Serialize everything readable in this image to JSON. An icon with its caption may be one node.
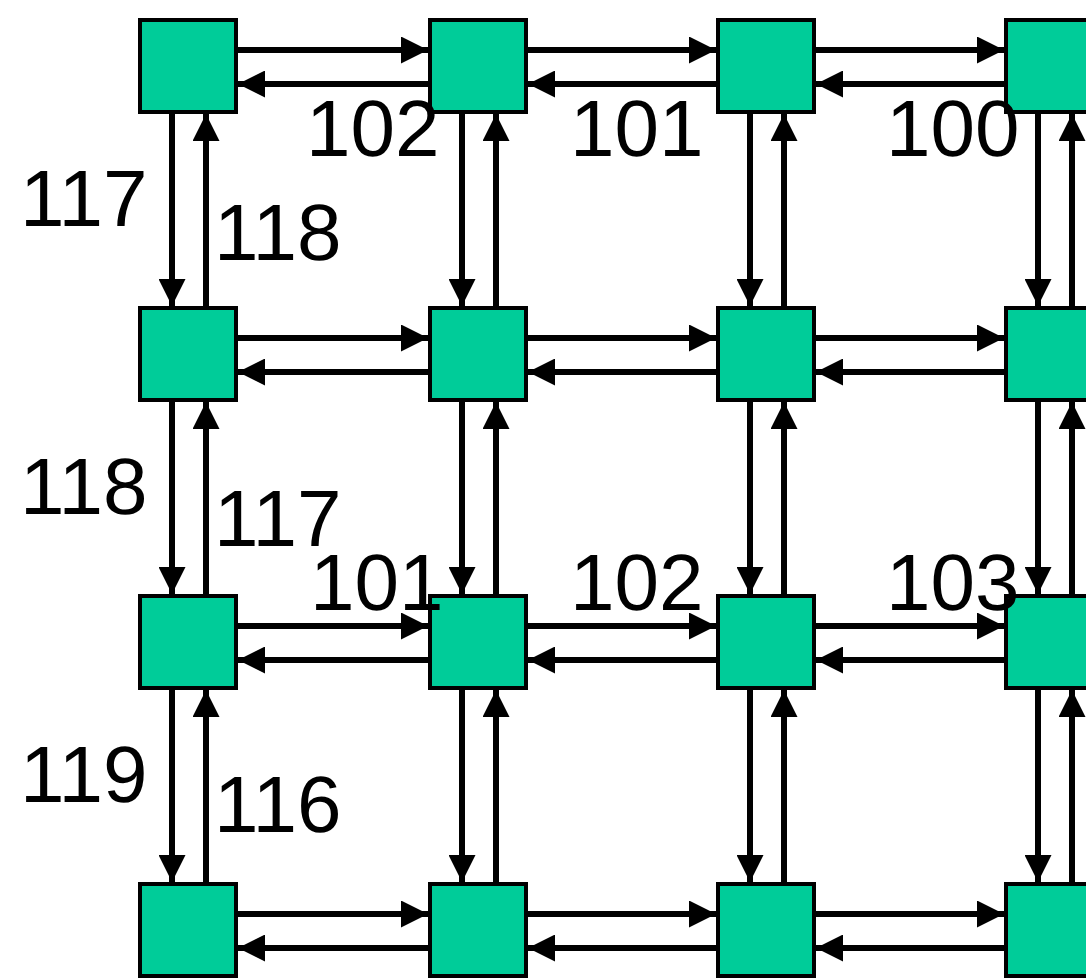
{
  "diagram": {
    "nodes": [
      {
        "text": [],
        "shape": "box"
      },
      {
        "text": [],
        "shape": "box"
      },
      {
        "text": [],
        "shape": "box"
      },
      {
        "text": [],
        "shape": "box"
      },
      {
        "text": [],
        "shape": "box"
      },
      {
        "text": [],
        "shape": "box"
      },
      {
        "text": [],
        "shape": "box"
      },
      {
        "text": [],
        "shape": "box"
      },
      {
        "text": [],
        "shape": "box"
      },
      {
        "text": [],
        "shape": "box"
      },
      {
        "text": [],
        "shape": "box"
      },
      {
        "text": [],
        "shape": "box"
      },
      {
        "text": [],
        "shape": "box"
      },
      {
        "text": [],
        "shape": "box"
      },
      {
        "text": [],
        "shape": "box"
      },
      {
        "text": [],
        "shape": "box"
      }
    ],
    "edges": [
      {
        "from": 0,
        "to": 1,
        "arrow": "to"
      },
      {
        "from": 1,
        "to": 0,
        "arrow": "to"
      },
      {
        "from": 1,
        "to": 2,
        "arrow": "to"
      },
      {
        "from": 2,
        "to": 1,
        "arrow": "to"
      },
      {
        "from": 2,
        "to": 3,
        "arrow": "to"
      },
      {
        "from": 3,
        "to": 2,
        "arrow": "to"
      },
      {
        "from": 4,
        "to": 5,
        "arrow": "to"
      },
      {
        "from": 5,
        "to": 4,
        "arrow": "to"
      },
      {
        "from": 5,
        "to": 6,
        "arrow": "to"
      },
      {
        "from": 6,
        "to": 5,
        "arrow": "to"
      },
      {
        "from": 6,
        "to": 7,
        "arrow": "to"
      },
      {
        "from": 7,
        "to": 6,
        "arrow": "to"
      },
      {
        "from": 8,
        "to": 9,
        "arrow": "to"
      },
      {
        "from": 9,
        "to": 8,
        "arrow": "to"
      },
      {
        "from": 9,
        "to": 10,
        "arrow": "to"
      },
      {
        "from": 10,
        "to": 9,
        "arrow": "to"
      },
      {
        "from": 10,
        "to": 11,
        "arrow": "to"
      },
      {
        "from": 11,
        "to": 10,
        "arrow": "to"
      },
      {
        "from": 12,
        "to": 13,
        "arrow": "to"
      },
      {
        "from": 13,
        "to": 12,
        "arrow": "to"
      },
      {
        "from": 13,
        "to": 14,
        "arrow": "to"
      },
      {
        "from": 14,
        "to": 13,
        "arrow": "to"
      },
      {
        "from": 14,
        "to": 15,
        "arrow": "to"
      },
      {
        "from": 15,
        "to": 14,
        "arrow": "to"
      },
      {
        "from": 0,
        "to": 4,
        "arrow": "to"
      },
      {
        "from": 4,
        "to": 0,
        "arrow": "to"
      },
      {
        "from": 1,
        "to": 5,
        "arrow": "to"
      },
      {
        "from": 5,
        "to": 1,
        "arrow": "to"
      },
      {
        "from": 2,
        "to": 6,
        "arrow": "to"
      },
      {
        "from": 6,
        "to": 2,
        "arrow": "to"
      },
      {
        "from": 3,
        "to": 7,
        "arrow": "to"
      },
      {
        "from": 7,
        "to": 3,
        "arrow": "to"
      },
      {
        "from": 4,
        "to": 8,
        "arrow": "to"
      },
      {
        "from": 8,
        "to": 4,
        "arrow": "to"
      },
      {
        "from": 5,
        "to": 9,
        "arrow": "to"
      },
      {
        "from": 9,
        "to": 5,
        "arrow": "to"
      },
      {
        "from": 6,
        "to": 10,
        "arrow": "to"
      },
      {
        "from": 10,
        "to": 6,
        "arrow": "to"
      },
      {
        "from": 7,
        "to": 11,
        "arrow": "to"
      },
      {
        "from": 11,
        "to": 7,
        "arrow": "to"
      },
      {
        "from": 8,
        "to": 12,
        "arrow": "to"
      },
      {
        "from": 12,
        "to": 8,
        "arrow": "to"
      },
      {
        "from": 9,
        "to": 13,
        "arrow": "to"
      },
      {
        "from": 13,
        "to": 9,
        "arrow": "to"
      },
      {
        "from": 10,
        "to": 14,
        "arrow": "to"
      },
      {
        "from": 14,
        "to": 10,
        "arrow": "to"
      },
      {
        "from": 11,
        "to": 15,
        "arrow": "to"
      },
      {
        "from": 15,
        "to": 11,
        "arrow": "to"
      }
    ],
    "labels": [
      "102",
      "101",
      "100",
      "117",
      "118",
      "118",
      "117",
      "101",
      "102",
      "103",
      "119",
      "116"
    ]
  }
}
